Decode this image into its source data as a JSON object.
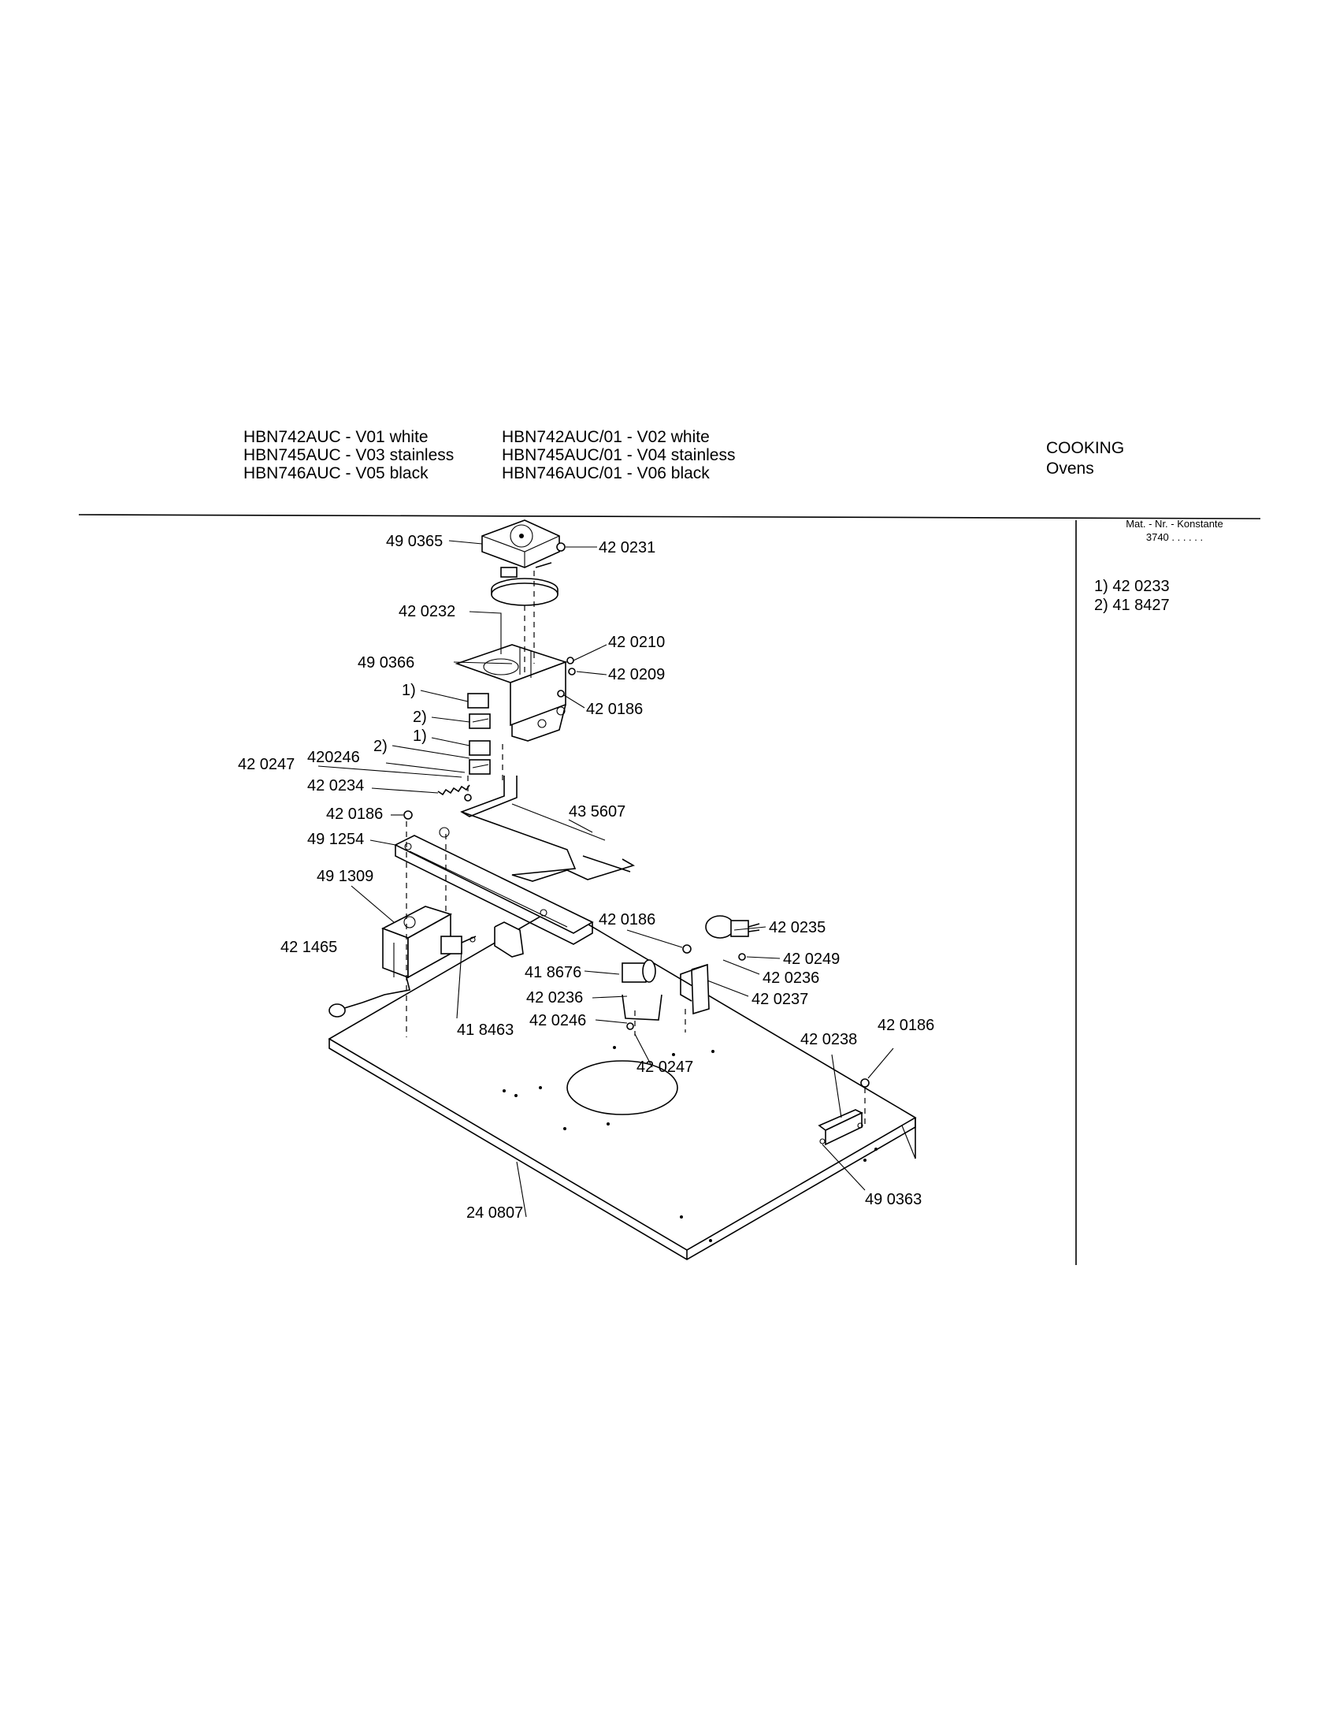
{
  "header": {
    "models_left": [
      "HBN742AUC - V01 white",
      "HBN745AUC - V03 stainless",
      "HBN746AUC - V05 black"
    ],
    "models_right": [
      "HBN742AUC/01 - V02 white",
      "HBN745AUC/01 - V04 stainless",
      "HBN746AUC/01 - V06 black"
    ],
    "category": "COOKING",
    "subcategory": "Ovens"
  },
  "sidebar": {
    "heading": "Mat. - Nr. - Konstante",
    "constant": "3740 . .   . . . .",
    "notes": [
      "1) 42 0233",
      "2) 41 8427"
    ]
  },
  "parts": [
    "49 0365",
    "42 0231",
    "42 0232",
    "42 0210",
    "49 0366",
    "42 0209",
    "1)",
    "42 0186",
    "2)",
    "1)",
    "2)",
    "42 0247",
    "420246",
    "42 0234",
    "43 5607",
    "42 0186",
    "49 1254",
    "49 1309",
    "42 0186",
    "42 0235",
    "42 1465",
    "42 0249",
    "42 0236",
    "41 8676",
    "42 0237",
    "42 0236",
    "42 0246",
    "41 8463",
    "42 0186",
    "42 0238",
    "42 0247",
    "49 0363",
    "24 0807"
  ]
}
